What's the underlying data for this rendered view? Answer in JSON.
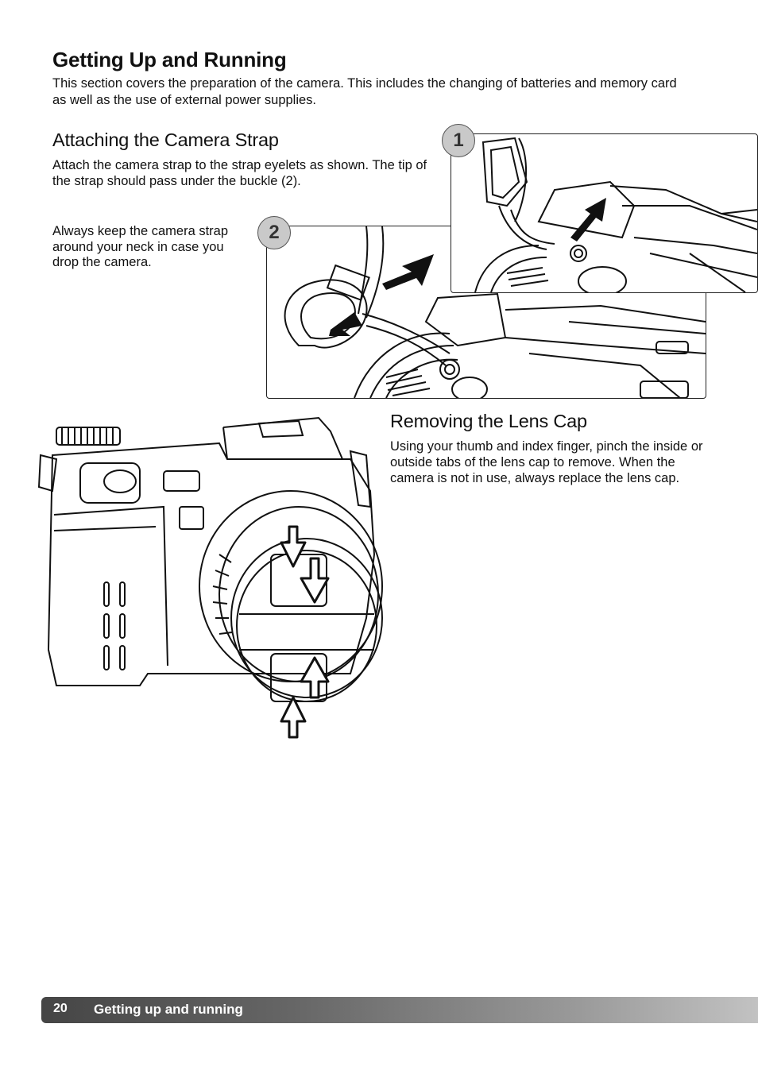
{
  "page": {
    "title": "Getting Up and Running",
    "intro": "This section covers the preparation of the camera. This includes the changing of batteries and memory card as well as the use of external power supplies."
  },
  "strap_section": {
    "heading": "Attaching the Camera Strap",
    "body": "Attach the camera strap to the strap eyelets as shown. The tip of the strap should pass under the buckle (2).",
    "note": "Always keep the camera strap around your neck in case you drop the camera.",
    "figure_badges": [
      "1",
      "2"
    ]
  },
  "lens_cap_section": {
    "heading": "Removing the Lens Cap",
    "body": "Using your thumb and index finger, pinch the inside or outside tabs of the lens cap to remove. When the camera is not in use, always replace the lens cap."
  },
  "footer": {
    "page_number": "20",
    "section_title": "Getting up and running",
    "colors": {
      "bar_start": "#454545",
      "bar_end": "#c2c2c2",
      "text": "#ffffff"
    }
  }
}
